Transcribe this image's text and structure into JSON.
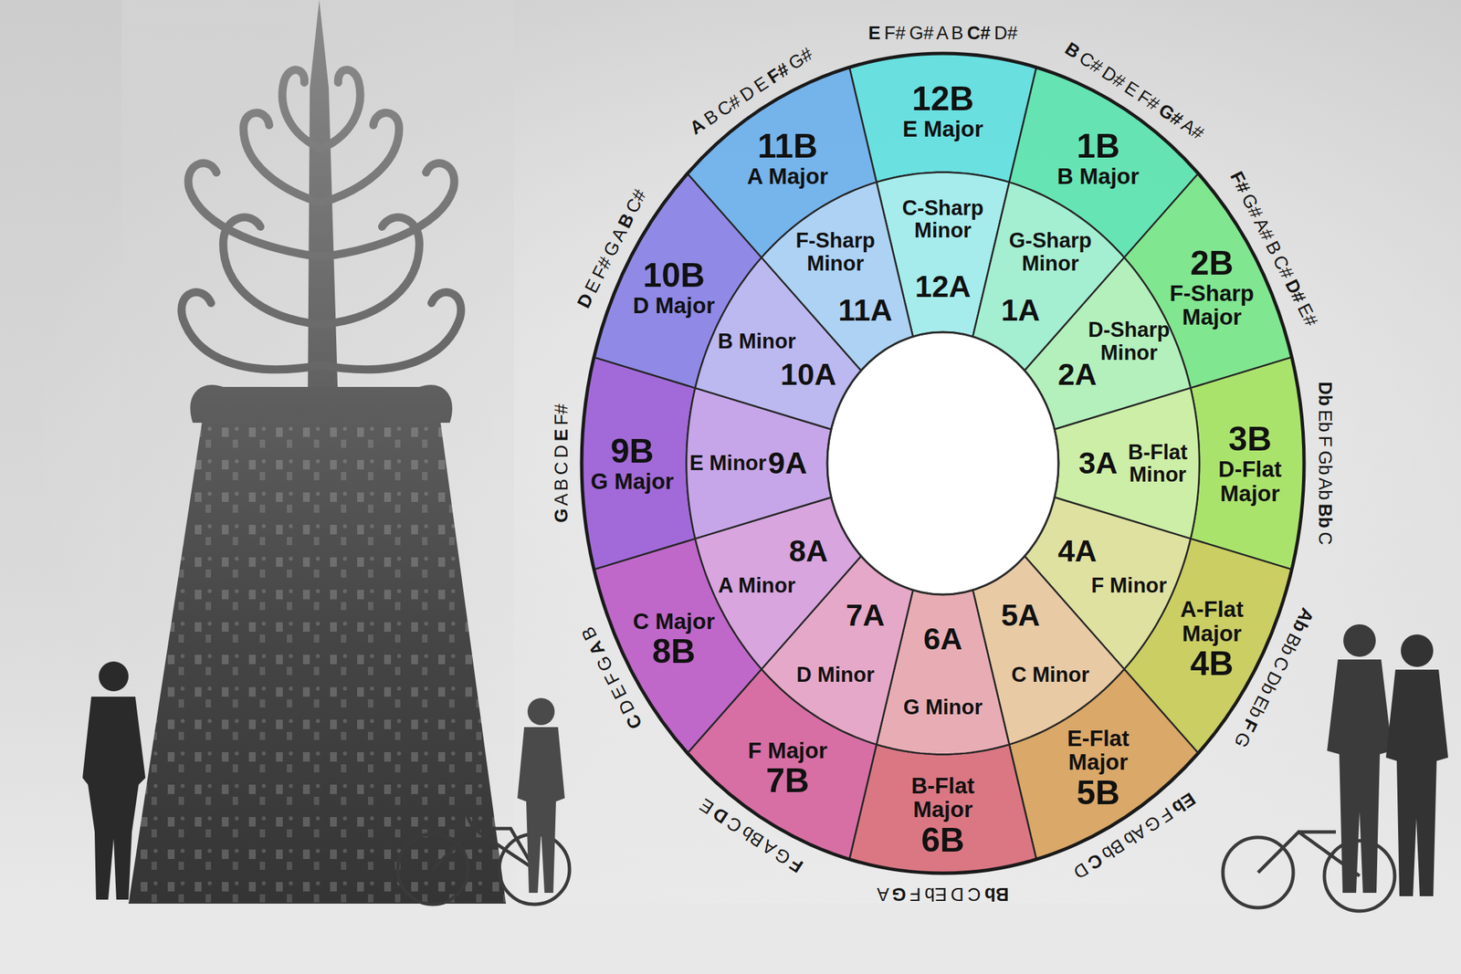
{
  "diagram": {
    "nodes": [
      {
        "text": [
          "12B",
          "E Major"
        ]
      },
      {
        "text": [
          "1B",
          "B Major"
        ]
      },
      {
        "text": [
          "2B",
          "F-Sharp Major"
        ]
      },
      {
        "text": [
          "3B",
          "D-Flat Major"
        ]
      },
      {
        "text": [
          "A-Flat Major",
          "4B"
        ]
      },
      {
        "text": [
          "E-Flat Major",
          "5B"
        ]
      },
      {
        "text": [
          "B-Flat Major",
          "6B"
        ]
      },
      {
        "text": [
          "F Major",
          "7B"
        ]
      },
      {
        "text": [
          "C Major",
          "8B"
        ]
      },
      {
        "text": [
          "9B",
          "G Major"
        ]
      },
      {
        "text": [
          "10B",
          "D Major"
        ]
      },
      {
        "text": [
          "11B",
          "A Major"
        ]
      },
      {
        "text": [
          "C-Sharp Minor",
          "12A"
        ]
      },
      {
        "text": [
          "G-Sharp Minor",
          "1A"
        ]
      },
      {
        "text": [
          "D-Sharp Minor",
          "2A"
        ]
      },
      {
        "text": [
          "3A",
          "B-Flat Minor"
        ]
      },
      {
        "text": [
          "4A",
          "F Minor"
        ]
      },
      {
        "text": [
          "5A",
          "C Minor"
        ]
      },
      {
        "text": [
          "6A",
          "G Minor"
        ]
      },
      {
        "text": [
          "7A",
          "D Minor"
        ]
      },
      {
        "text": [
          "8A",
          "A Minor"
        ]
      },
      {
        "text": [
          "E Minor",
          "9A"
        ]
      },
      {
        "text": [
          "B Minor",
          "10A"
        ]
      },
      {
        "text": [
          "F-Sharp Minor",
          "11A"
        ]
      }
    ],
    "labels": [
      "E F# G# A B C# D#",
      "B C# D# E F# G# A#",
      "F# G# A# B C# D# E#",
      "Db Eb F Gb Ab Bb C",
      "Ab Bb C Db Eb F G",
      "Eb F G Ab Bb C D",
      "Bb C D Eb F G A",
      "F G A Bb C D E",
      "C D E F G A B",
      "G A B C D E F#",
      "D E F# G A B C#",
      "A B C# D E F# G#"
    ]
  }
}
